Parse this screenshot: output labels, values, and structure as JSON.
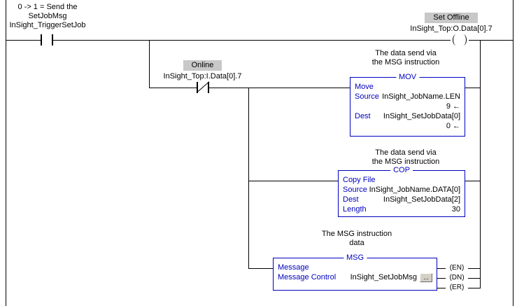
{
  "colors": {
    "wire": "#000000",
    "instruction_blue": "#0000C0",
    "description_bg": "#C8C8C8",
    "button_bg": "#D4D0C8",
    "background": "#FFFFFF"
  },
  "rung": {
    "trigger": {
      "comment_line1": "0 -> 1 = Send the",
      "comment_line2": "SetJobMsg",
      "tag": "InSight_TriggerSetJob"
    },
    "set_offline": {
      "description": "Set Offline",
      "tag": "InSight_Top:O.Data[0].7"
    },
    "online": {
      "description": "Online",
      "tag": "InSight_Top:I.Data[0].7"
    },
    "mov": {
      "comment_line1": "The data send via",
      "comment_line2": "the MSG instruction",
      "mnemonic": "MOV",
      "name": "Move",
      "source_label": "Source",
      "source_tag": "InSight_JobName.LEN",
      "source_value": "9 ←",
      "dest_label": "Dest",
      "dest_tag": "InSight_SetJobData[0]",
      "dest_value": "0 ←"
    },
    "cop": {
      "comment_line1": "The data send via",
      "comment_line2": "the MSG instruction",
      "mnemonic": "COP",
      "name": "Copy File",
      "source_label": "Source",
      "source_tag": "InSight_JobName.DATA[0]",
      "dest_label": "Dest",
      "dest_tag": "InSight_SetJobData[2]",
      "length_label": "Length",
      "length_value": "30"
    },
    "msg": {
      "comment_line1": "The MSG instruction",
      "comment_line2": "data",
      "mnemonic": "MSG",
      "name": "Message",
      "control_label": "Message Control",
      "control_tag": "InSight_SetJobMsg",
      "browse_button": "...",
      "flag_en": "(EN)",
      "flag_dn": "(DN)",
      "flag_er": "(ER)"
    }
  }
}
